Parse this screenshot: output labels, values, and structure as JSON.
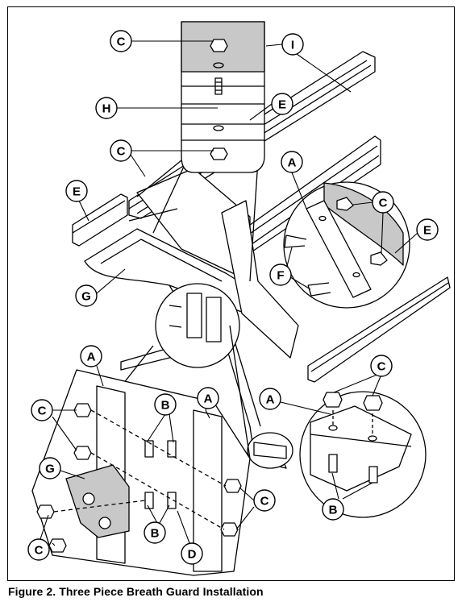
{
  "caption": "Figure 2. Three Piece Breath Guard Installation",
  "callouts": {
    "c_top": "C",
    "i_top": "I",
    "h_mid": "H",
    "e_top": "E",
    "c_mid": "C",
    "e_left": "E",
    "a_right": "A",
    "c_right": "C",
    "e_right": "E",
    "f_right": "F",
    "g_left": "G",
    "a_lower_left": "A",
    "a_lower_mid": "A",
    "b_lower_top": "B",
    "c_lower_left": "C",
    "g_lower": "G",
    "c_lower_bottom": "C",
    "b_lower_bottom": "B",
    "d_lower": "D",
    "c_lower_right": "C",
    "a_lower_right": "A",
    "c_bottom_right": "C",
    "b_bottom_right": "B"
  },
  "colors": {
    "line": "#000000",
    "shade": "#c8c8c8",
    "background": "#ffffff"
  }
}
